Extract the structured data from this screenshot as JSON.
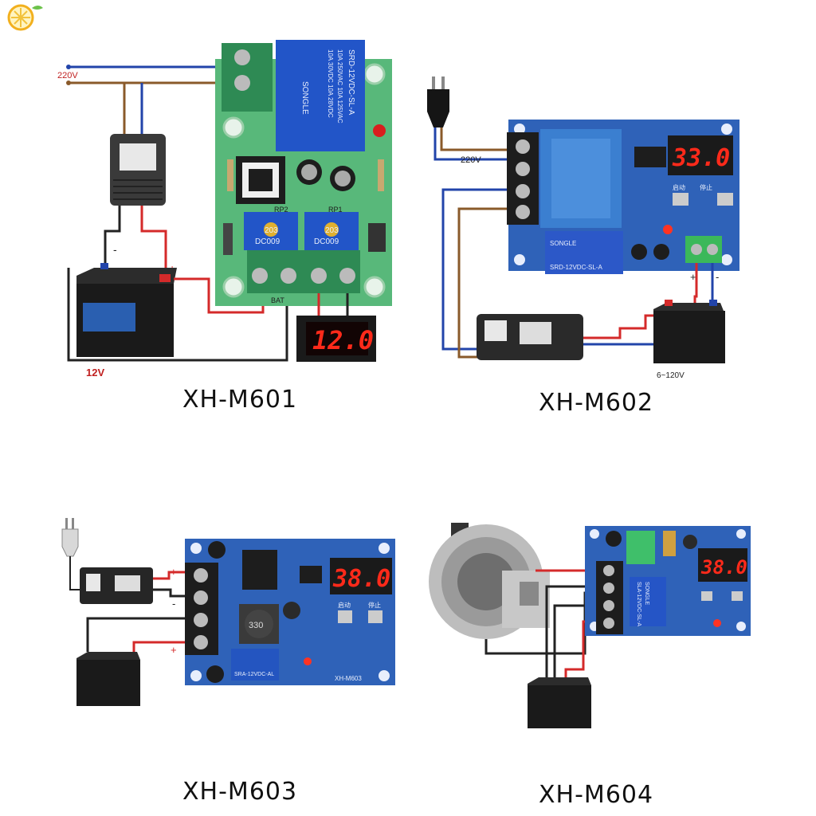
{
  "logo": {
    "icon": "lemon-slice-icon"
  },
  "panels": [
    {
      "caption": "XH-M601",
      "supply_voltage": "220V",
      "battery_voltage": "12V",
      "display": "12.0",
      "terminal_label": "BAT",
      "pot_labels": [
        "RP2",
        "RP1"
      ],
      "pot_codes": [
        "203",
        "203"
      ],
      "pot_marks": [
        "DC009",
        "DC009"
      ],
      "relay_text": [
        "SRD-12VDC-SL-A",
        "10A 250VAC 10A 125VAC",
        "10A 30VDC 10A 28VDC",
        "SONGLE"
      ],
      "polarity": [
        "-",
        "+"
      ]
    },
    {
      "caption": "XH-M602",
      "supply_voltage": "220V",
      "battery_voltage": "6~120V",
      "display": "33.0",
      "relay_text": [
        "SRD-12VDC-SL-A",
        "SONGLE"
      ],
      "button_labels": [
        "启动",
        "停止"
      ],
      "polarity": [
        "+",
        "-"
      ]
    },
    {
      "caption": "XH-M603",
      "display": "38.0",
      "model_silk": "XH-M603",
      "relay_text": [
        "SRA-12VDC-AL"
      ],
      "inductor": "330",
      "button_labels": [
        "启动",
        "停止"
      ],
      "polarity": [
        "+",
        "-",
        "+"
      ]
    },
    {
      "caption": "XH-M604",
      "display": "38.0",
      "relay_text": [
        "SONGLE",
        "SLA-12VDC-SL-A"
      ]
    }
  ],
  "colors": {
    "pcb_blue": "#2f62b8",
    "pcb_green": "#58b87a",
    "led_red": "#ff2a1a",
    "wire_red": "#d42a2a",
    "wire_blue": "#2244aa",
    "wire_brown": "#8a5a2a"
  }
}
